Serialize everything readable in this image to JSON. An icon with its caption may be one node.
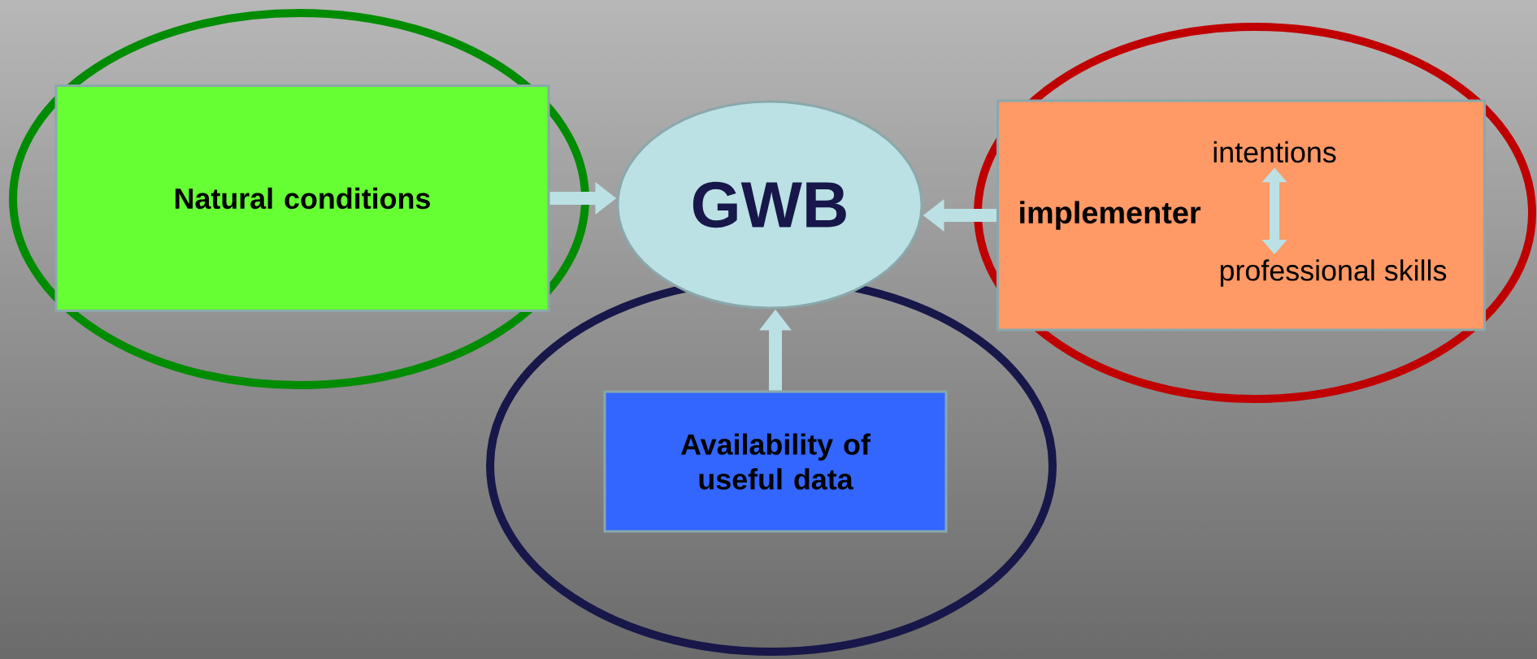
{
  "diagram": {
    "nodes": [
      {
        "text": [
          "Natural conditions"
        ]
      },
      {
        "text": [
          "GWB"
        ]
      },
      {
        "text": [
          "implementer"
        ]
      },
      {
        "text": [
          "intentions"
        ],
        "in": 2
      },
      {
        "text": [
          "professional skills"
        ],
        "in": 2
      },
      {
        "text": [
          "Availability of useful data"
        ]
      }
    ],
    "edges": [
      {
        "from": 0,
        "to": 1,
        "arrow": "to"
      },
      {
        "from": 2,
        "to": 1,
        "arrow": "to"
      },
      {
        "from": 5,
        "to": 1,
        "arrow": "to"
      },
      {
        "from": 3,
        "to": 4,
        "arrow": "both"
      }
    ]
  }
}
